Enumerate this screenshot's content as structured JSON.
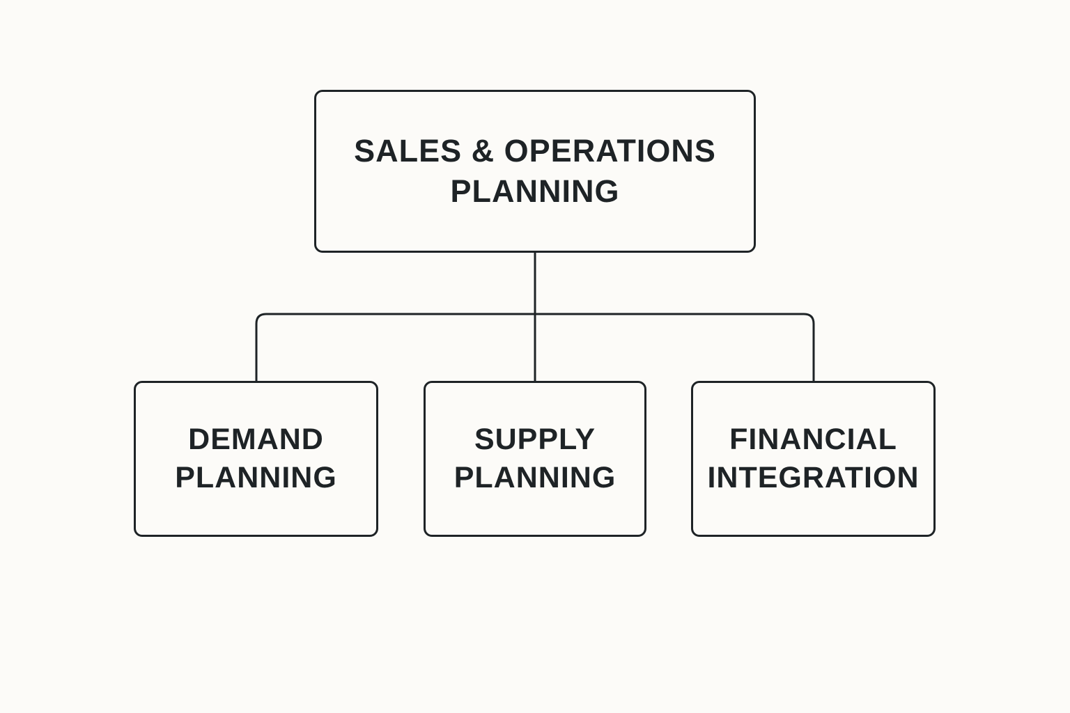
{
  "diagram": {
    "root": {
      "line1": "SALES & OPERATIONS",
      "line2": "PLANNING"
    },
    "children": [
      {
        "line1": "DEMAND",
        "line2": "PLANNING"
      },
      {
        "line1": "SUPPLY",
        "line2": "PLANNING"
      },
      {
        "line1": "FINANCIAL",
        "line2": "INTEGRATION"
      }
    ]
  },
  "colors": {
    "background": "#fcfbf8",
    "stroke": "#1e2326",
    "text": "#1e2326"
  }
}
